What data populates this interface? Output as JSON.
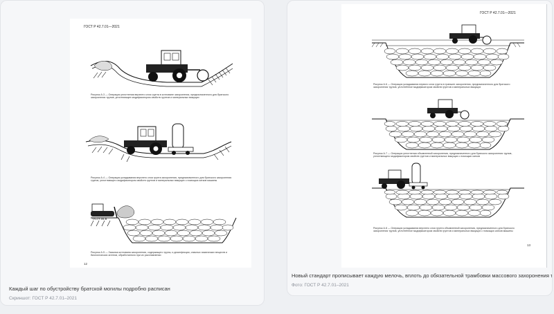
{
  "left_card": {
    "doc_header": "ГОСТ Р 42.7.01—2021",
    "figure_1_caption": "Рисунок А.3 — Операция уплотнения верхнего слоя грунта в котловане захоронения, предназначенного для братского захоронения трупов, уплотняющее модификатором свойств грунтов и минеральных вяжущих",
    "figure_2_caption": "Рисунок А.4 — Операция укладывания верхнего слоя грунта захоронения, предназначенного для братского захоронения трупов, уплотняющего модификатором свойств грунтов и минеральных вяжущих с помощью катков машины",
    "figure_3_caption": "Рисунок А.5 — Засыпка котлована захоронения, содержащего трупы, и дезинфекция, опасных химических веществ и биологических агентов, обработанного при их расплавлении",
    "dozer_label": "ТЛ-СТ-05-В",
    "page_number": "12",
    "caption": "Каждый шаг по обустройству братской могилы подробно расписан",
    "source": "Скриншот: ГОСТ Р 42.7.01–2021"
  },
  "right_card": {
    "doc_header": "ГОСТ Р 42.7.01—2021",
    "figure_1_caption": "Рисунок А.6 — Операция укладывания первого слоя грунта в траншее захоронения, предназначенного для братского захоронения трупов, уплотнённое модификатором свойств грунтов и минеральных вяжущих",
    "figure_2_caption": "Рисунок А.7 — Операция уплотнения объявленной захоронения, предназначенного для братского захоронения трупов, уплотняющего модификатором свойств грунтов и минеральных вяжущих с помощью катков",
    "figure_3_caption": "Рисунок А.8 — Операция укладывания верхнего слоя грунта объявленной захоронения, предназначенного для братского захоронения трупов, уплотнённое модификатором свойств грунтов и минеральных вяжущих с помощью катков машины",
    "page_number": "13",
    "caption": "Новый стандарт прописывает каждую мелочь, вплоть до обязательной трамбовки массового захоронения тяжелой техникой",
    "source": "Фото: ГОСТ Р 42.7.01–2021"
  }
}
